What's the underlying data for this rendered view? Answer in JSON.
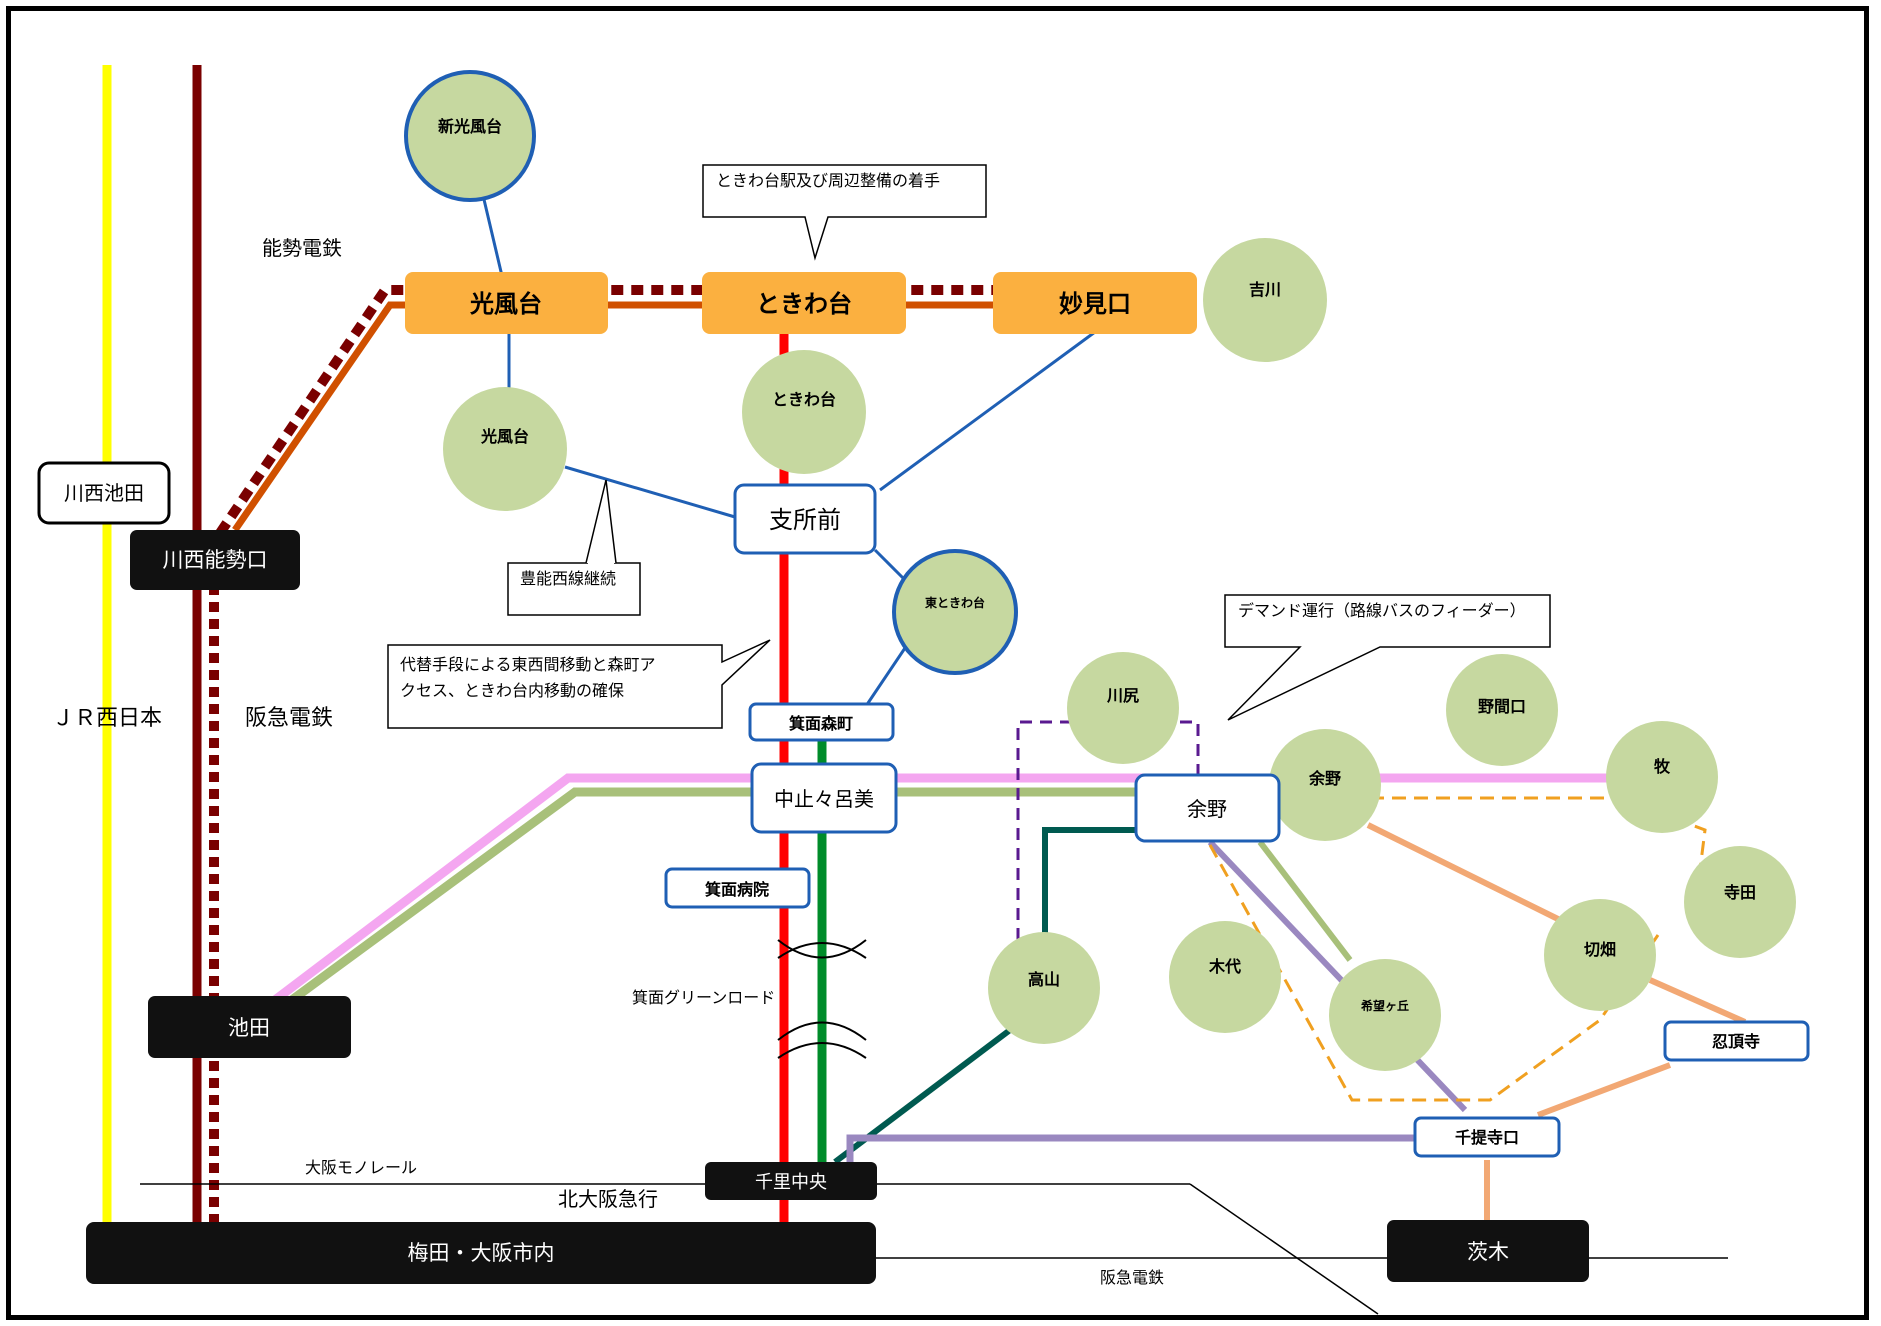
{
  "colors": {
    "jr": "#ffff00",
    "hankyu": "#7a0000",
    "nose": "#d05000",
    "nose_dotted": "#7a0000",
    "red": "#ff0000",
    "green": "#008c2a",
    "blue": "#1f5fb4",
    "pink": "#f4a6f0",
    "olive": "#a8c07a",
    "teal": "#005a50",
    "purple": "#9a88c0",
    "salmon": "#f2a874",
    "orange_dash": "#f0a020",
    "purple_dash": "#5a1a90",
    "orange_box": "#fbb040",
    "green_circle": "#c6d8a0",
    "dark_box": "#111111"
  },
  "rail_labels": {
    "nose_dentetsu": "能勢電鉄",
    "jr_west": "ＪＲ西日本",
    "hankyu_a": "阪急電鉄",
    "hankyu_b": "阪急電鉄",
    "osaka_monorail": "大阪モノレール",
    "kita_osaka_kyuko": "北大阪急行",
    "minoh_green_road": "箕面グリーンロード"
  },
  "orange_stations": {
    "kofudai": "光風台",
    "tokiwadai": "ときわ台",
    "myokenguchi": "妙見口"
  },
  "dark_stations": {
    "kawanishi_noseguchi": "川西能勢口",
    "ikeda": "池田",
    "senri_chuo": "千里中央",
    "umeda": "梅田・大阪市内",
    "ibaraki": "茨木"
  },
  "white_stops": {
    "kawanishi_ikeda": "川西池田",
    "shishomae": "支所前",
    "minoh_morimachi": "箕面森町",
    "todoromi": "中止々呂美",
    "minoh_byoin": "箕面病院",
    "yono": "余野",
    "sotojiguchi": "千提寺口",
    "chojuji": "忍頂寺"
  },
  "green_areas": {
    "shin_kofudai": "新光風台",
    "kofudai": "光風台",
    "tokiwadai": "ときわ台",
    "higashi_tokiwadai": "東ときわ台",
    "yoshikawa": "吉川",
    "kawajiri": "川尻",
    "nomaguchi": "野間口",
    "yono": "余野",
    "maki": "牧",
    "terada": "寺田",
    "kiribata": "切畑",
    "takayama": "高山",
    "kishiro": "木代",
    "shobugaoka": "希望ヶ丘"
  },
  "callouts": {
    "tokiwadai_station": "ときわ台駅及び周辺整備の着手",
    "toyono_west": "豊能西線継続",
    "alt_means_line1": "代替手段による東西間移動と森町ア",
    "alt_means_line2": "クセス、ときわ台内移動の確保",
    "demand": "デマンド運行（路線バスのフィーダー）"
  }
}
